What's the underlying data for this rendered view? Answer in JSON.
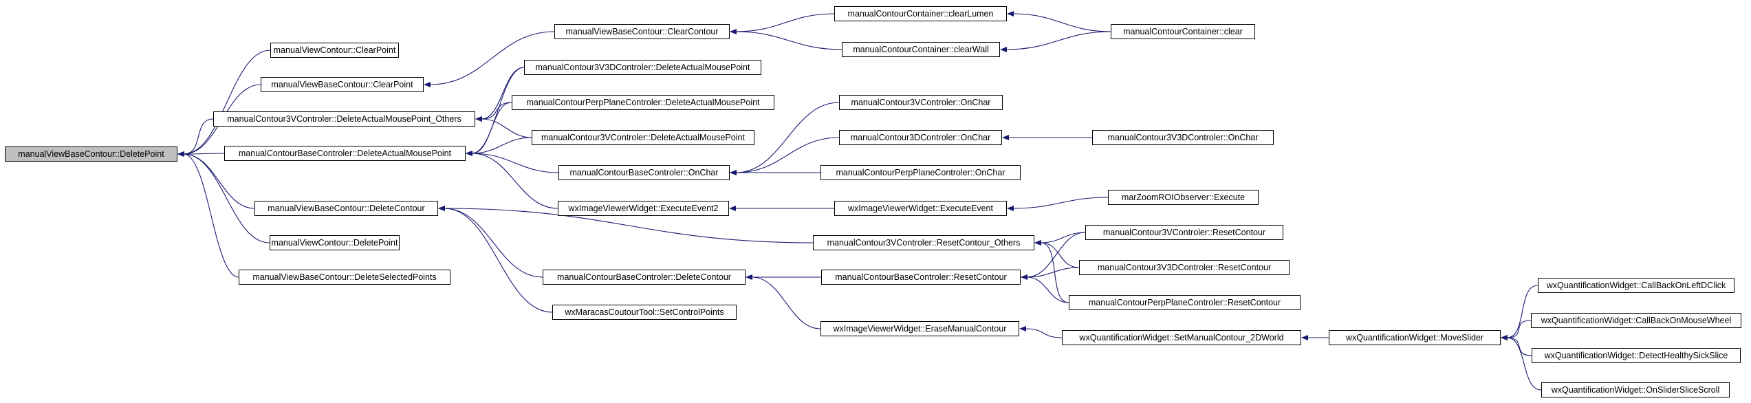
{
  "graph": {
    "edge_color": "#191970",
    "root_fill": "#bfbfbf",
    "node_border": "#000000",
    "nodes": {
      "n0": {
        "label": "manualViewBaseContour::DeletePoint"
      },
      "n1": {
        "label": "manualViewContour::ClearPoint"
      },
      "n2": {
        "label": "manualViewBaseContour::ClearPoint"
      },
      "n3": {
        "label": "manualContour3VControler::DeleteActualMousePoint_Others"
      },
      "n4": {
        "label": "manualContourBaseControler::DeleteActualMousePoint"
      },
      "n5": {
        "label": "manualViewBaseContour::DeleteContour"
      },
      "n6": {
        "label": "manualViewContour::DeletePoint"
      },
      "n7": {
        "label": "manualViewBaseContour::DeleteSelectedPoints"
      },
      "n8": {
        "label": "manualViewBaseContour::ClearContour"
      },
      "n9": {
        "label": "manualContour3V3DControler::DeleteActualMousePoint"
      },
      "n10": {
        "label": "manualContourPerpPlaneControler::DeleteActualMousePoint"
      },
      "n11": {
        "label": "manualContour3VControler::DeleteActualMousePoint"
      },
      "n12": {
        "label": "manualContourBaseControler::OnChar"
      },
      "n13": {
        "label": "wxImageViewerWidget::ExecuteEvent2"
      },
      "n14": {
        "label": "manualContourBaseControler::DeleteContour"
      },
      "n15": {
        "label": "wxMaracasCoutourTool::SetControlPoints"
      },
      "n16": {
        "label": "manualContourContainer::clearLumen"
      },
      "n17": {
        "label": "manualContourContainer::clearWall"
      },
      "n18": {
        "label": "manualContourContainer::clear"
      },
      "n19": {
        "label": "manualContour3VControler::OnChar"
      },
      "n20": {
        "label": "manualContour3DControler::OnChar"
      },
      "n21": {
        "label": "manualContourPerpPlaneControler::OnChar"
      },
      "n22": {
        "label": "manualContour3V3DControler::OnChar"
      },
      "n23": {
        "label": "wxImageViewerWidget::ExecuteEvent"
      },
      "n24": {
        "label": "marZoomROIObserver::Execute"
      },
      "n25": {
        "label": "manualContour3VControler::ResetContour_Others"
      },
      "n26": {
        "label": "manualContourBaseControler::ResetContour"
      },
      "n27": {
        "label": "manualContour3VControler::ResetContour"
      },
      "n28": {
        "label": "manualContour3V3DControler::ResetContour"
      },
      "n29": {
        "label": "manualContourPerpPlaneControler::ResetContour"
      },
      "n30": {
        "label": "wxImageViewerWidget::EraseManualContour"
      },
      "n31": {
        "label": "wxQuantificationWidget::SetManualContour_2DWorld"
      },
      "n32": {
        "label": "wxQuantificationWidget::MoveSlider"
      },
      "n33": {
        "label": "wxQuantificationWidget::CallBackOnLeftDClick"
      },
      "n34": {
        "label": "wxQuantificationWidget::CallBackOnMouseWheel"
      },
      "n35": {
        "label": "wxQuantificationWidget::DetectHealthySickSlice"
      },
      "n36": {
        "label": "wxQuantificationWidget::OnSliderSliceScroll"
      }
    },
    "edges": [
      [
        "n1",
        "n0"
      ],
      [
        "n2",
        "n0"
      ],
      [
        "n3",
        "n0"
      ],
      [
        "n4",
        "n0"
      ],
      [
        "n5",
        "n0"
      ],
      [
        "n6",
        "n0"
      ],
      [
        "n7",
        "n0"
      ],
      [
        "n8",
        "n2"
      ],
      [
        "n9",
        "n3"
      ],
      [
        "n10",
        "n3"
      ],
      [
        "n11",
        "n3"
      ],
      [
        "n9",
        "n4"
      ],
      [
        "n10",
        "n4"
      ],
      [
        "n11",
        "n4"
      ],
      [
        "n12",
        "n4"
      ],
      [
        "n13",
        "n4"
      ],
      [
        "n25",
        "n5"
      ],
      [
        "n14",
        "n5"
      ],
      [
        "n15",
        "n5"
      ],
      [
        "n16",
        "n8"
      ],
      [
        "n17",
        "n8"
      ],
      [
        "n18",
        "n16"
      ],
      [
        "n18",
        "n17"
      ],
      [
        "n19",
        "n12"
      ],
      [
        "n20",
        "n12"
      ],
      [
        "n21",
        "n12"
      ],
      [
        "n22",
        "n20"
      ],
      [
        "n23",
        "n13"
      ],
      [
        "n24",
        "n23"
      ],
      [
        "n27",
        "n25"
      ],
      [
        "n28",
        "n25"
      ],
      [
        "n29",
        "n25"
      ],
      [
        "n26",
        "n14"
      ],
      [
        "n27",
        "n26"
      ],
      [
        "n28",
        "n26"
      ],
      [
        "n29",
        "n26"
      ],
      [
        "n30",
        "n14"
      ],
      [
        "n31",
        "n30"
      ],
      [
        "n32",
        "n31"
      ],
      [
        "n33",
        "n32"
      ],
      [
        "n34",
        "n32"
      ],
      [
        "n35",
        "n32"
      ],
      [
        "n36",
        "n32"
      ]
    ]
  }
}
